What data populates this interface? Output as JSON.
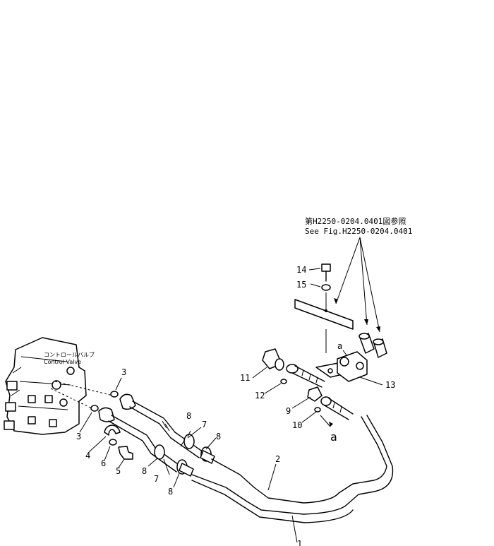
{
  "note": {
    "line1": "第H2250-0204.0401図参照",
    "line2": "See Fig.H2250-0204.0401"
  },
  "control_valve": {
    "jp": "コントロールバルブ",
    "en": "Control Valve"
  },
  "callouts": {
    "c1": "1",
    "c2": "2",
    "c3a": "3",
    "c3b": "3",
    "c4": "4",
    "c5": "5",
    "c6": "6",
    "c7a": "7",
    "c7b": "7",
    "c8a": "8",
    "c8b": "8",
    "c8c": "8",
    "c8d": "8",
    "c9": "9",
    "c10": "10",
    "c11": "11",
    "c12": "12",
    "c13": "13",
    "c14": "14",
    "c15": "15"
  },
  "markers": {
    "a_top": "a",
    "a_bottom": "a"
  }
}
